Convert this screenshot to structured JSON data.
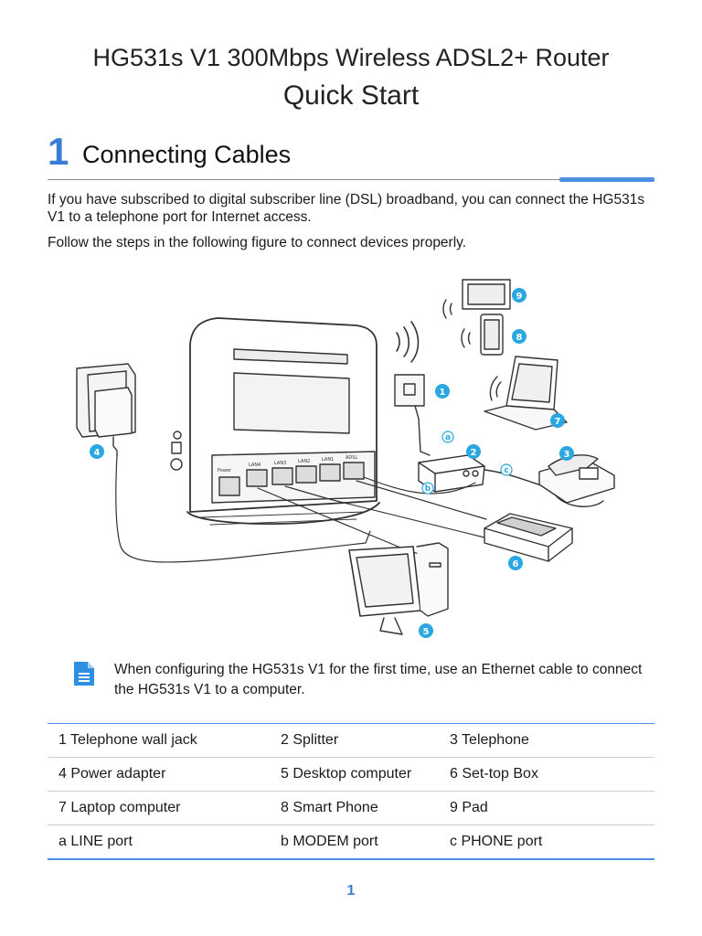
{
  "header": {
    "title_line1": "HG531s V1 300Mbps Wireless ADSL2+ Router",
    "title_line2": "Quick Start"
  },
  "section": {
    "number": "1",
    "title": "Connecting Cables"
  },
  "intro": {
    "paragraph1": "If you have subscribed to digital subscriber line (DSL) broadband, you can connect the HG531s V1 to a telephone port for Internet access.",
    "paragraph2": "Follow the steps in the following figure to connect devices properly."
  },
  "figure": {
    "port_labels": [
      "Power",
      "LAN4",
      "LAN3",
      "LAN2",
      "LAN1",
      "ADSL"
    ],
    "badges": [
      "1",
      "2",
      "3",
      "4",
      "5",
      "6",
      "7",
      "8",
      "9"
    ],
    "letter_badges": [
      "a",
      "b",
      "c"
    ],
    "accent_color": "#2aa6e0"
  },
  "note": {
    "icon": "document-note-icon",
    "text": "When configuring the HG531s V1 for the first time, use an Ethernet cable to connect the HG531s V1 to a computer."
  },
  "legend": {
    "rows": [
      [
        "1 Telephone wall jack",
        "2 Splitter",
        "3 Telephone"
      ],
      [
        "4 Power adapter",
        "5 Desktop computer",
        "6 Set-top Box"
      ],
      [
        "7 Laptop computer",
        "8 Smart Phone",
        "9 Pad"
      ],
      [
        "a LINE port",
        "b MODEM port",
        "c PHONE port"
      ]
    ]
  },
  "page": {
    "number": "1"
  },
  "colors": {
    "accent": "#3a7bd5",
    "rule_blue": "#4a90e2",
    "badge": "#2aa6e0"
  }
}
